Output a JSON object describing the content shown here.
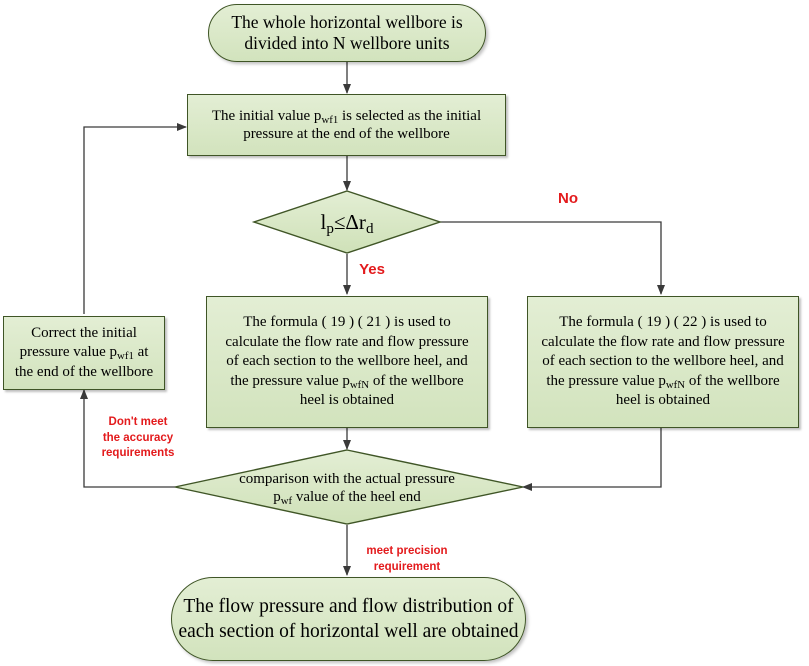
{
  "colors": {
    "node_fill_top": "#e3eed4",
    "node_fill_bottom": "#d2e3bd",
    "node_border": "#3f5526",
    "connector": "#3a3a3a",
    "branch_label": "#e31a1c"
  },
  "start": {
    "line1": "The whole horizontal wellbore is",
    "line2": "divided into N wellbore units"
  },
  "init": {
    "line1_pre": "The initial value p",
    "line1_sub": "wf1",
    "line1_post": " is selected as the initial",
    "line2": "pressure at the end of the wellbore"
  },
  "decision1": {
    "l": "l",
    "l_sub": "p",
    "op": "≤Δr",
    "r_sub": "d"
  },
  "labels": {
    "no": "No",
    "yes": "Yes",
    "dont_meet_1": "Don't meet",
    "dont_meet_2": "the accuracy",
    "dont_meet_3": "requirements",
    "meet_1": "meet precision",
    "meet_2": "requirement"
  },
  "formula_yes": {
    "line1": "The formula ( 19 ) ( 21 ) is used to",
    "line2": "calculate the flow rate and flow pressure",
    "line3": "of each section to the wellbore heel, and",
    "line4_pre": "the pressure value p",
    "line4_sub": "wfN",
    "line4_post": " of the wellbore",
    "line5": "heel is obtained"
  },
  "formula_no": {
    "line1": "The formula ( 19 ) ( 22 ) is used to",
    "line2": "calculate the flow rate and flow pressure",
    "line3": "of each section to the wellbore heel, and",
    "line4_pre": "the pressure value p",
    "line4_sub": "wfN",
    "line4_post": " of the wellbore",
    "line5": "heel is obtained"
  },
  "correct": {
    "line1": "Correct the initial",
    "line2_pre": "pressure value p",
    "line2_sub": "wf1",
    "line2_post": " at",
    "line3": "the end of the wellbore"
  },
  "decision2": {
    "line1": "comparison with the actual pressure",
    "line2_pre": "p",
    "line2_sub": "wf",
    "line2_post": " value of the heel end"
  },
  "end": {
    "line1": "The flow pressure and flow distribution of",
    "line2": "each section of horizontal well are obtained"
  }
}
